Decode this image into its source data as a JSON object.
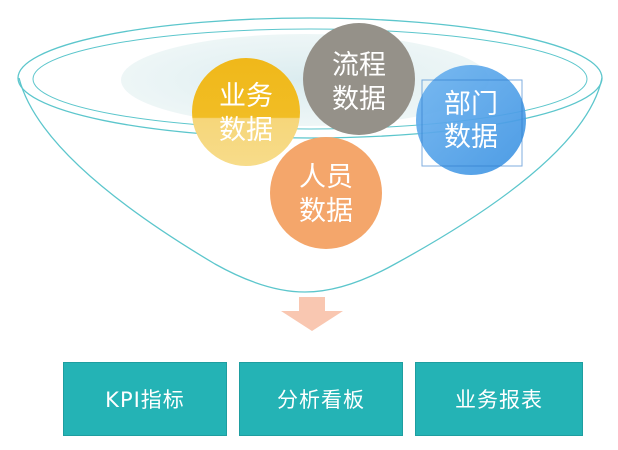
{
  "funnel": {
    "circles": [
      {
        "id": "business-data",
        "line1": "业务",
        "line2": "数据",
        "color": "#f0b81a"
      },
      {
        "id": "process-data",
        "line1": "流程",
        "line2": "数据",
        "color": "#959189"
      },
      {
        "id": "department-data",
        "line1": "部门",
        "line2": "数据",
        "color": "#4a9ee8"
      },
      {
        "id": "personnel-data",
        "line1": "人员",
        "line2": "数据",
        "color": "#f4a66b"
      }
    ],
    "outline_color": "#5cc6cc",
    "arrow_color": "#f9c7b1"
  },
  "outputs": [
    {
      "label": "KPI指标"
    },
    {
      "label": "分析看板"
    },
    {
      "label": "业务报表"
    }
  ]
}
